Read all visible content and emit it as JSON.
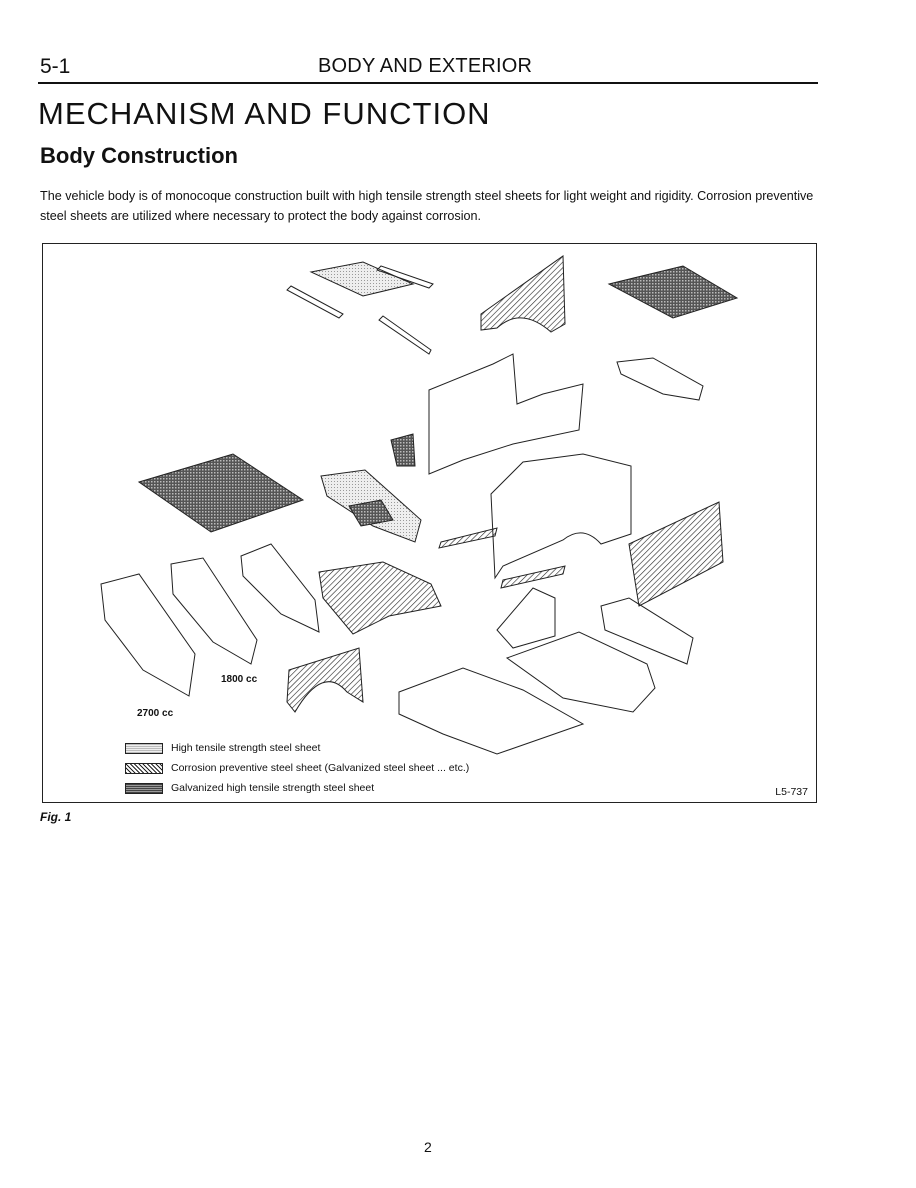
{
  "header": {
    "section_number": "5-1",
    "section_title": "BODY AND EXTERIOR"
  },
  "main_title": "MECHANISM AND FUNCTION",
  "sub_title": "Body Construction",
  "intro": "The vehicle body is of monocoque construction built with high tensile strength steel sheets for light weight and rigidity. Corrosion preventive steel sheets are utilized where necessary to protect the body against corrosion.",
  "figure": {
    "labels": {
      "cc1800": "1800 cc",
      "cc2700": "2700 cc"
    },
    "legend": [
      {
        "label": "High tensile strength steel sheet",
        "swatch": "light-dot-pattern"
      },
      {
        "label": "Corrosion preventive steel sheet (Galvanized steel sheet ... etc.)",
        "swatch": "diagonal-hatch"
      },
      {
        "label": "Galvanized high tensile strength steel sheet",
        "swatch": "dark-dot-pattern"
      }
    ],
    "code": "L5-737",
    "caption": "Fig. 1"
  },
  "page_number": "2"
}
